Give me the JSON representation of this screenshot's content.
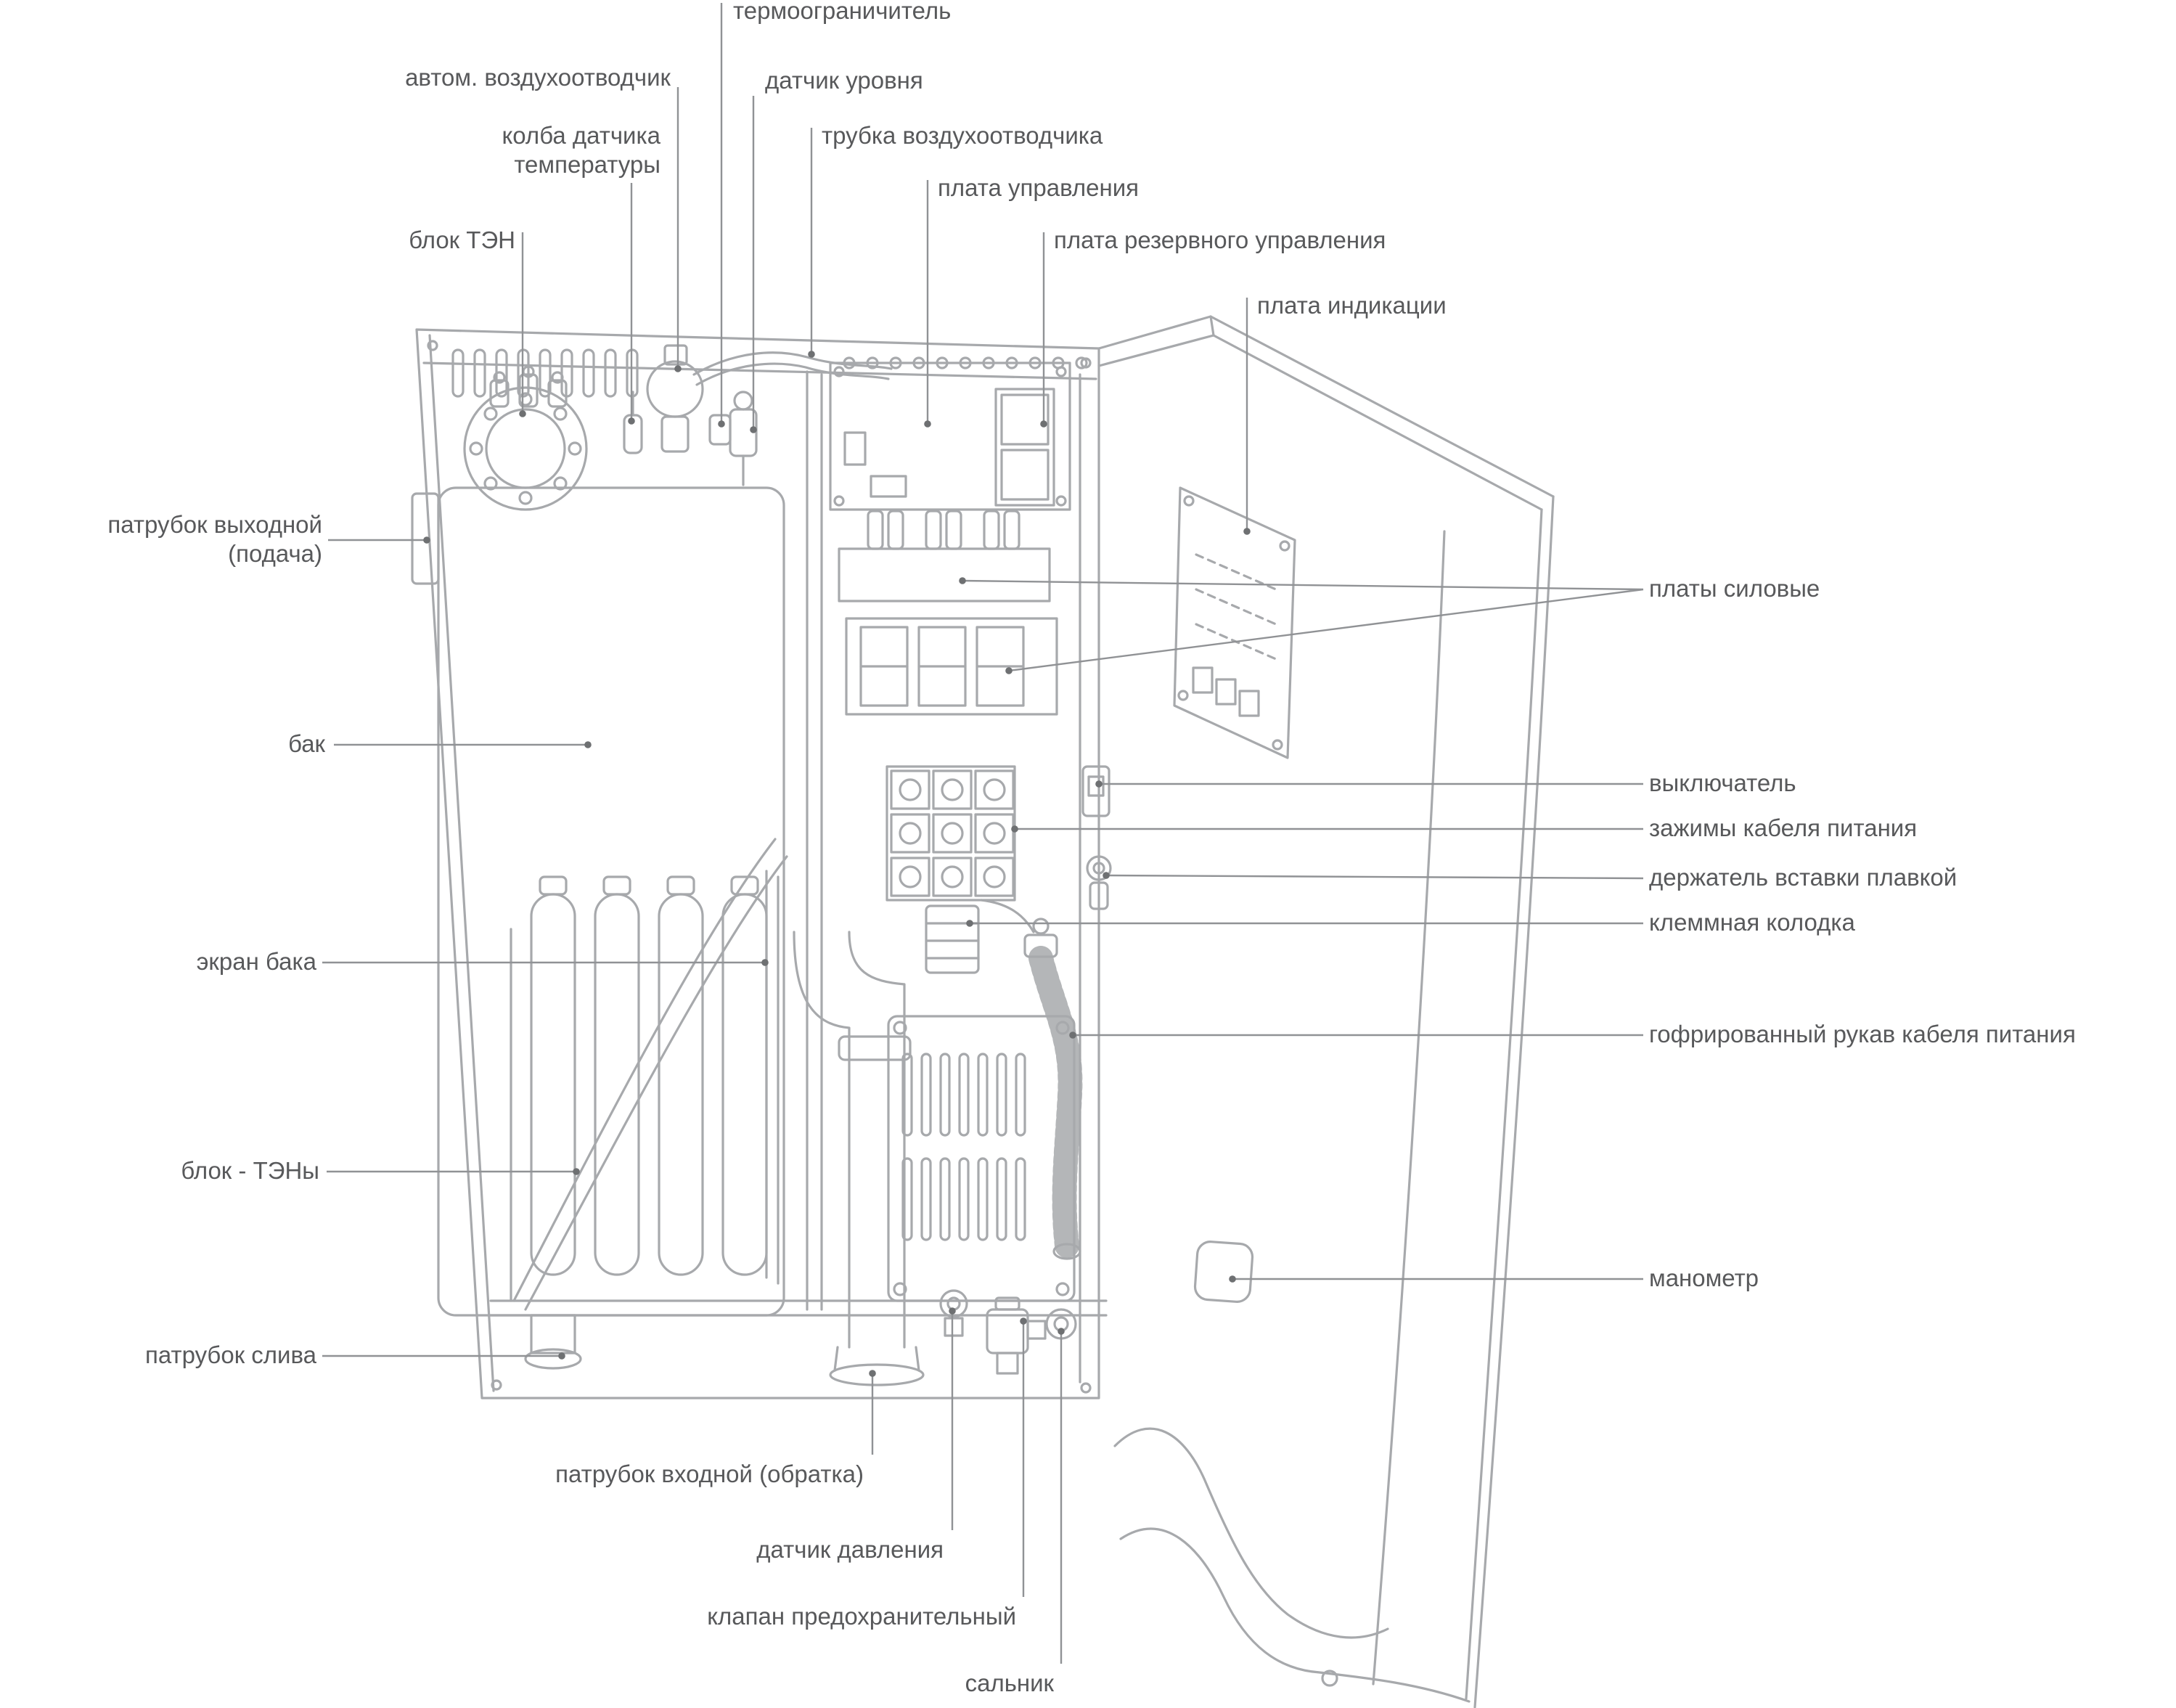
{
  "colors": {
    "background": "#ffffff",
    "line_art": "#a7a9ac",
    "leader_line": "#909295",
    "leader_dot": "#6e7072",
    "label_text": "#58595b"
  },
  "diagram": {
    "labels": {
      "thermolimiter": "термоограничитель",
      "auto_air_vent": "автом. воздухоотводчик",
      "temp_sensor_bulb": "колба датчика\nтемпературы",
      "level_sensor": "датчик уровня",
      "air_vent_tube": "трубка воздухоотводчика",
      "heater_block": "блок ТЭН",
      "control_board": "плата управления",
      "backup_control_board": "плата резервного управления",
      "indication_board": "плата индикации",
      "outlet_pipe": "патрубок выходной\n(подача)",
      "power_boards": "платы силовые",
      "tank": "бак",
      "switch": "выключатель",
      "cable_clamps": "зажимы кабеля питания",
      "fuse_holder": "держатель вставки плавкой",
      "terminal_block": "клеммная колодка",
      "tank_screen": "экран бака",
      "cable_sleeve": "гофрированный рукав кабеля питания",
      "heating_elements": "блок - ТЭНы",
      "pressure_gauge": "манометр",
      "drain_pipe": "патрубок слива",
      "inlet_pipe": "патрубок входной (обратка)",
      "pressure_sensor": "датчик давления",
      "safety_valve": "клапан предохранительный",
      "gland": "сальник"
    }
  }
}
